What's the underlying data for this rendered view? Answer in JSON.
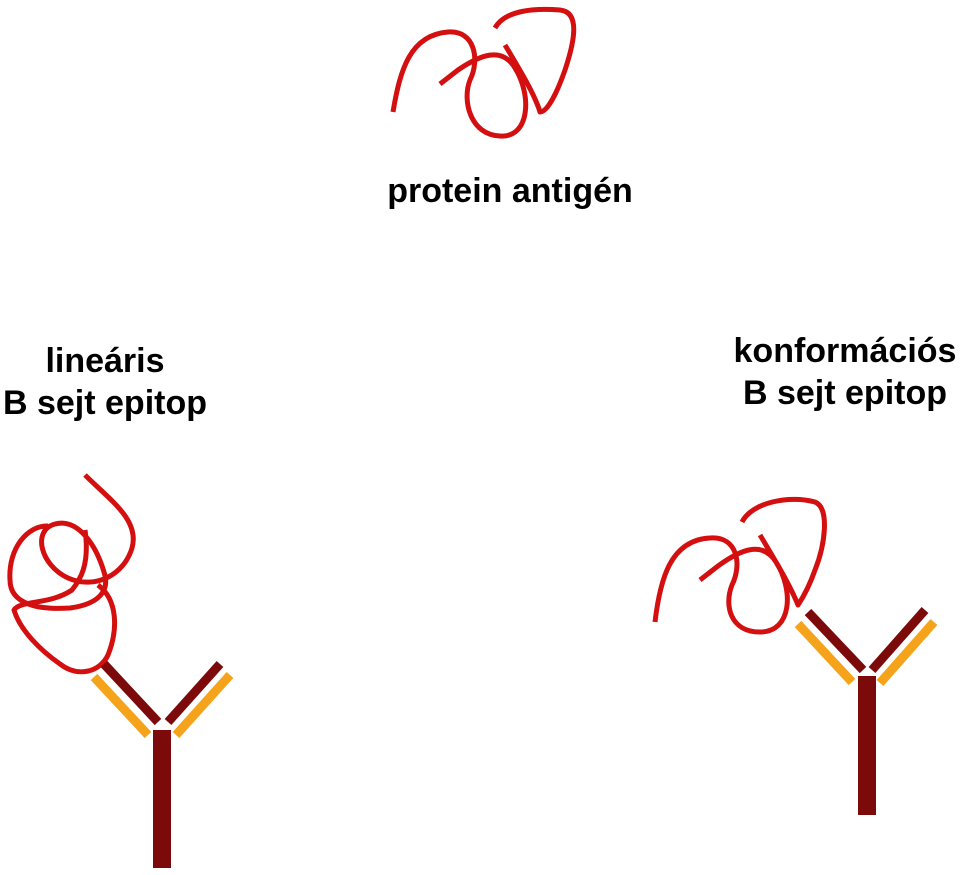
{
  "labels": {
    "protein_antigen": "protein antigén",
    "linear_line1": "lineáris",
    "linear_line2": "B sejt epitop",
    "conformational_line1": "konformációs",
    "conformational_line2": "B sejt epitop"
  },
  "colors": {
    "antigen_strand": "#d40f10",
    "antibody_heavy_chain": "#7c0a0a",
    "antibody_light_chain": "#f5a31a",
    "text": "#000000",
    "background": "#ffffff"
  }
}
